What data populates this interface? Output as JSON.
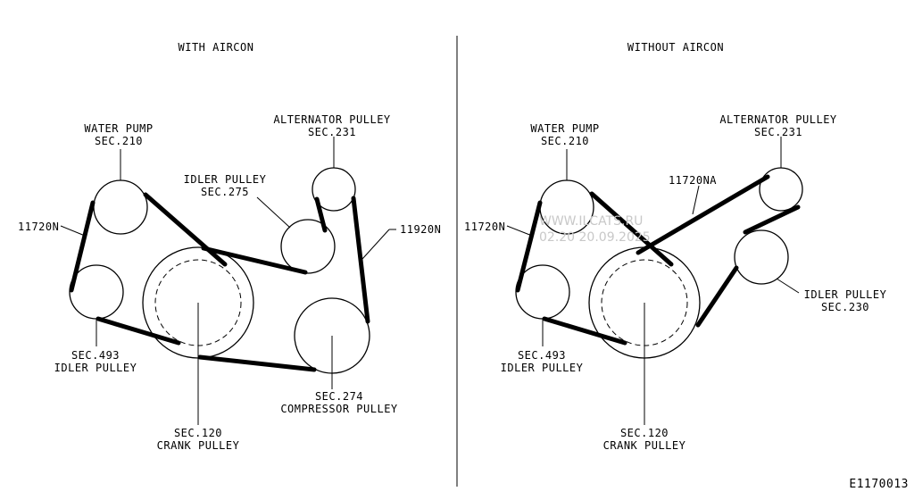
{
  "left": {
    "title": "WITH AIRCON",
    "water_pump": {
      "name": "WATER PUMP",
      "sec": "SEC.210"
    },
    "alternator": {
      "name": "ALTERNATOR PULLEY",
      "sec": "SEC.231"
    },
    "idler_top": {
      "name": "IDLER PULLEY",
      "sec": "SEC.275"
    },
    "belt_left": "11720N",
    "belt_right": "11920N",
    "idler_bottom": {
      "sec": "SEC.493",
      "name": "IDLER PULLEY"
    },
    "compressor": {
      "sec": "SEC.274",
      "name": "COMPRESSOR PULLEY"
    },
    "crank": {
      "sec": "SEC.120",
      "name": "CRANK PULLEY"
    }
  },
  "right": {
    "title": "WITHOUT AIRCON",
    "water_pump": {
      "name": "WATER PUMP",
      "sec": "SEC.210"
    },
    "alternator": {
      "name": "ALTERNATOR PULLEY",
      "sec": "SEC.231"
    },
    "belt_top": "11720NA",
    "belt_left": "11720N",
    "idler_right": {
      "name": "IDLER PULLEY",
      "sec": "SEC.230"
    },
    "idler_bottom": {
      "sec": "SEC.493",
      "name": "IDLER PULLEY"
    },
    "crank": {
      "sec": "SEC.120",
      "name": "CRANK PULLEY"
    }
  },
  "watermark": {
    "line1": "WWW.ILCATS.RU",
    "line2": "02.20 20.09.2025"
  },
  "figure_id": "E1170013"
}
